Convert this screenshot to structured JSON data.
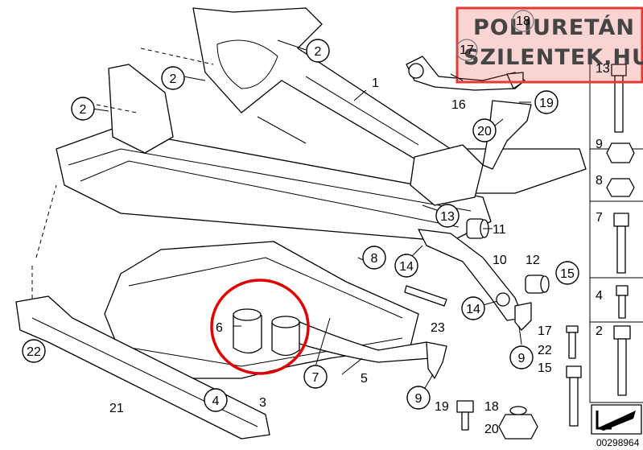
{
  "watermark": {
    "line1": "POLIURETÁN",
    "line2": "SZILENTEK.HU",
    "color": "#e53935"
  },
  "highlight_color": "#e00000",
  "diagram_code": "00298964",
  "callouts": [
    {
      "id": "c1",
      "text": "1"
    },
    {
      "id": "c2a",
      "text": "2"
    },
    {
      "id": "c2b",
      "text": "2"
    },
    {
      "id": "c2c",
      "text": "2"
    },
    {
      "id": "c3",
      "text": "3"
    },
    {
      "id": "c4",
      "text": "4"
    },
    {
      "id": "c5",
      "text": "5"
    },
    {
      "id": "c6",
      "text": "6"
    },
    {
      "id": "c7",
      "text": "7"
    },
    {
      "id": "c8",
      "text": "8"
    },
    {
      "id": "c9a",
      "text": "9"
    },
    {
      "id": "c9b",
      "text": "9"
    },
    {
      "id": "c10",
      "text": "10"
    },
    {
      "id": "c11",
      "text": "11"
    },
    {
      "id": "c12",
      "text": "12"
    },
    {
      "id": "c13a",
      "text": "13"
    },
    {
      "id": "c14a",
      "text": "14"
    },
    {
      "id": "c14b",
      "text": "14"
    },
    {
      "id": "c15",
      "text": "15"
    },
    {
      "id": "c16",
      "text": "16"
    },
    {
      "id": "c17",
      "text": "17"
    },
    {
      "id": "c18",
      "text": "18"
    },
    {
      "id": "c19",
      "text": "19"
    },
    {
      "id": "c20",
      "text": "20"
    },
    {
      "id": "c21",
      "text": "21"
    },
    {
      "id": "c22",
      "text": "22"
    },
    {
      "id": "c23",
      "text": "23"
    }
  ],
  "hardware_column": [
    {
      "id": "h13",
      "text": "13"
    },
    {
      "id": "h9",
      "text": "9"
    },
    {
      "id": "h8",
      "text": "8"
    },
    {
      "id": "h7",
      "text": "7"
    },
    {
      "id": "h4",
      "text": "4"
    },
    {
      "id": "h2",
      "text": "2"
    }
  ],
  "hardware_bottom": [
    {
      "id": "b17",
      "text": "17"
    },
    {
      "id": "b22",
      "text": "22"
    },
    {
      "id": "b15",
      "text": "15"
    },
    {
      "id": "b19",
      "text": "19"
    },
    {
      "id": "b18",
      "text": "18"
    },
    {
      "id": "b20",
      "text": "20"
    }
  ]
}
